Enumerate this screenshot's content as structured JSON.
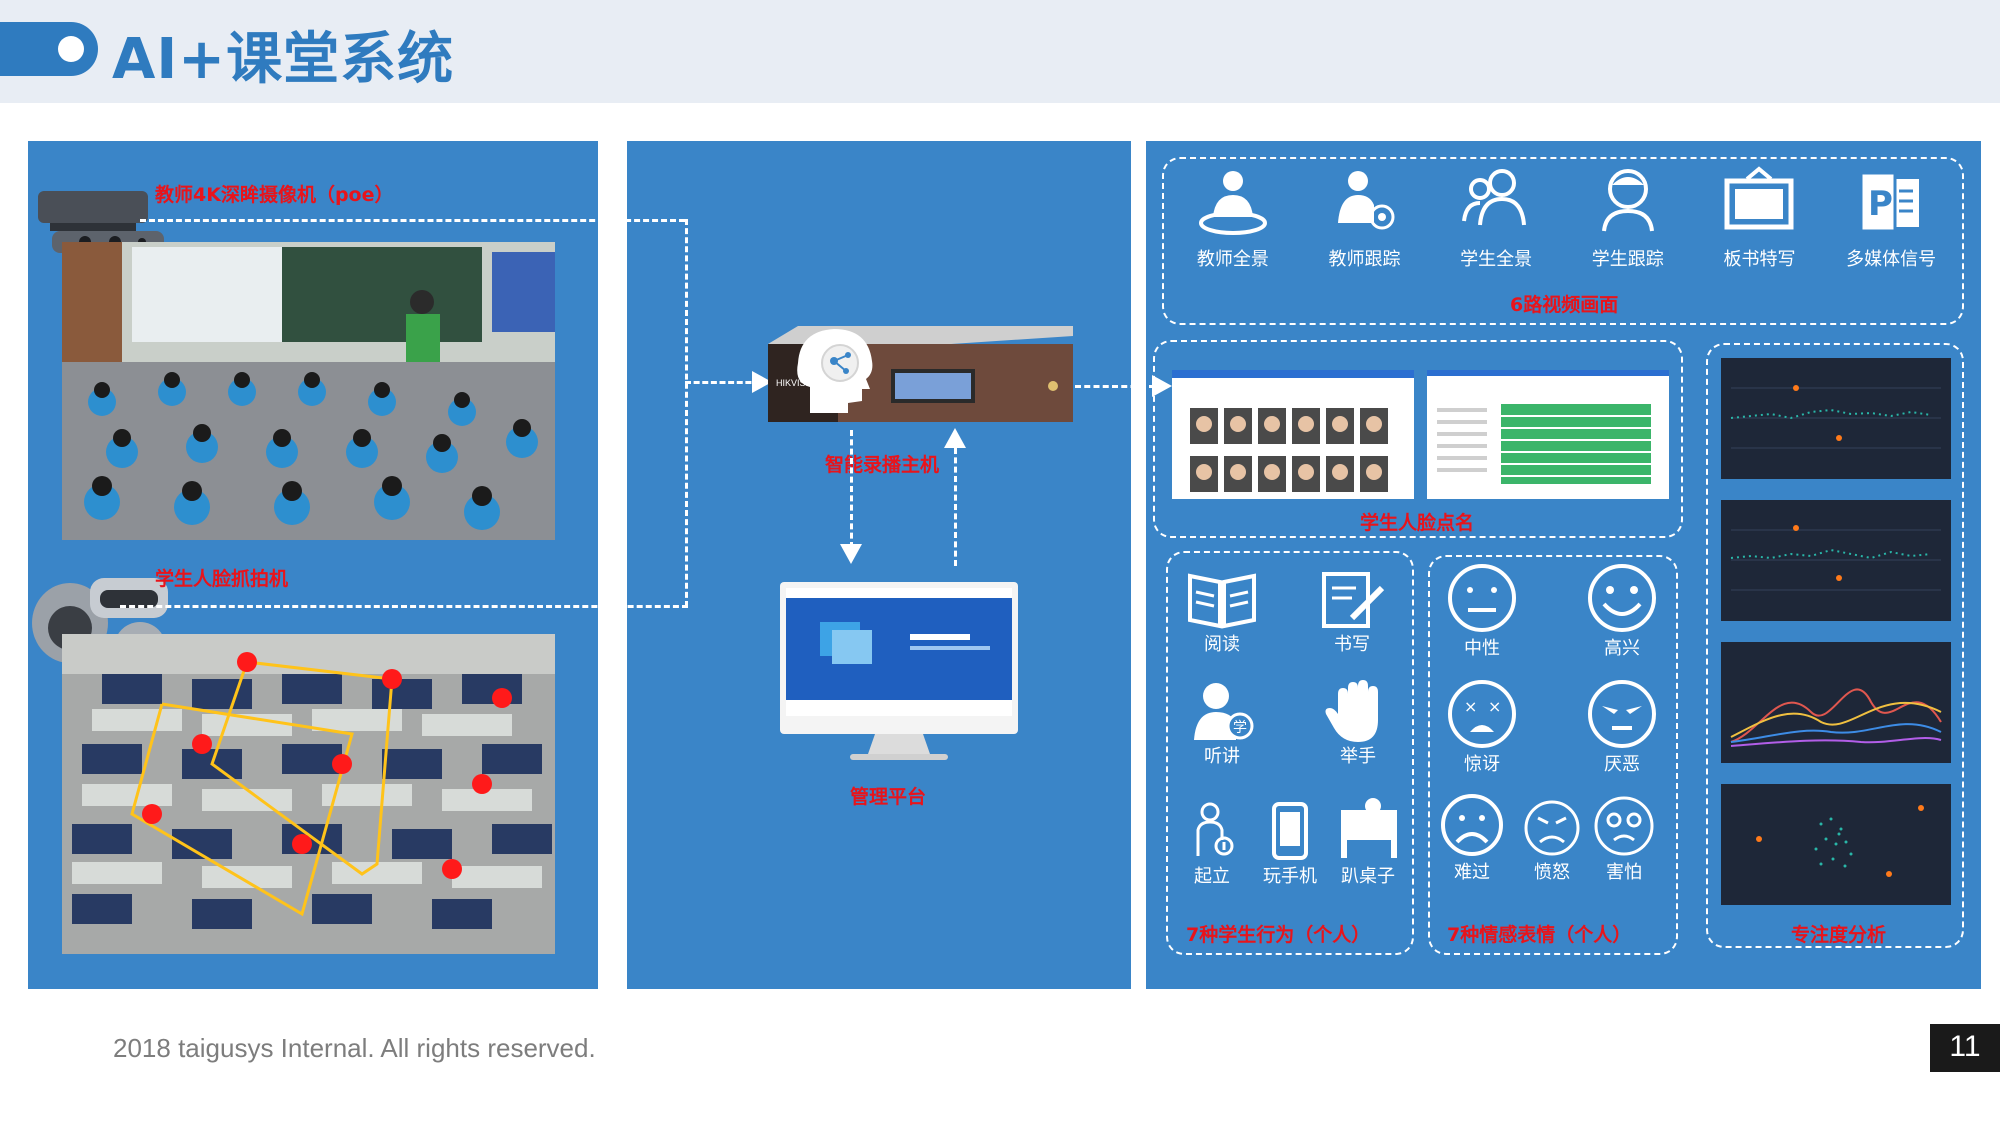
{
  "title": "AI+课堂系统",
  "left": {
    "teacher_camera_label": "教师4K深眸摄像机（poe）",
    "student_camera_label": "学生人脸抓拍机"
  },
  "middle": {
    "recorder_label": "智能录播主机",
    "platform_label": "管理平台",
    "device_brand": "HIKVISION"
  },
  "right": {
    "video_icons": [
      {
        "label": "教师全景",
        "icon": "teacher-panorama-icon"
      },
      {
        "label": "教师跟踪",
        "icon": "teacher-tracking-icon"
      },
      {
        "label": "学生全景",
        "icon": "student-panorama-icon"
      },
      {
        "label": "学生跟踪",
        "icon": "student-tracking-icon"
      },
      {
        "label": "板书特写",
        "icon": "blackboard-closeup-icon"
      },
      {
        "label": "多媒体信号",
        "icon": "multimedia-signal-icon"
      }
    ],
    "video_caption": "6路视频画面",
    "face_caption": "学生人脸点名",
    "behaviors": [
      {
        "label": "阅读",
        "icon": "book-icon"
      },
      {
        "label": "书写",
        "icon": "writing-icon"
      },
      {
        "label": "听讲",
        "icon": "listening-icon"
      },
      {
        "label": "举手",
        "icon": "raise-hand-icon"
      },
      {
        "label": "起立",
        "icon": "stand-up-icon"
      },
      {
        "label": "玩手机",
        "icon": "phone-icon"
      },
      {
        "label": "趴桌子",
        "icon": "desk-icon"
      }
    ],
    "behavior_caption": "7种学生行为（个人）",
    "emotions": [
      {
        "label": "中性",
        "icon": "neutral-face-icon"
      },
      {
        "label": "高兴",
        "icon": "happy-face-icon"
      },
      {
        "label": "惊讶",
        "icon": "surprised-face-icon"
      },
      {
        "label": "厌恶",
        "icon": "disgust-face-icon"
      },
      {
        "label": "难过",
        "icon": "sad-face-icon"
      },
      {
        "label": "愤怒",
        "icon": "angry-face-icon"
      },
      {
        "label": "害怕",
        "icon": "afraid-face-icon"
      }
    ],
    "emotion_caption": "7种情感表情（个人）",
    "focus_caption": "专注度分析"
  },
  "footer": {
    "copyright": "2018 taigusys Internal. All rights reserved.",
    "page_number": "11"
  },
  "colors": {
    "panel": "#3a85c8",
    "title": "#2f7bbf",
    "red_label": "#e8141b"
  }
}
